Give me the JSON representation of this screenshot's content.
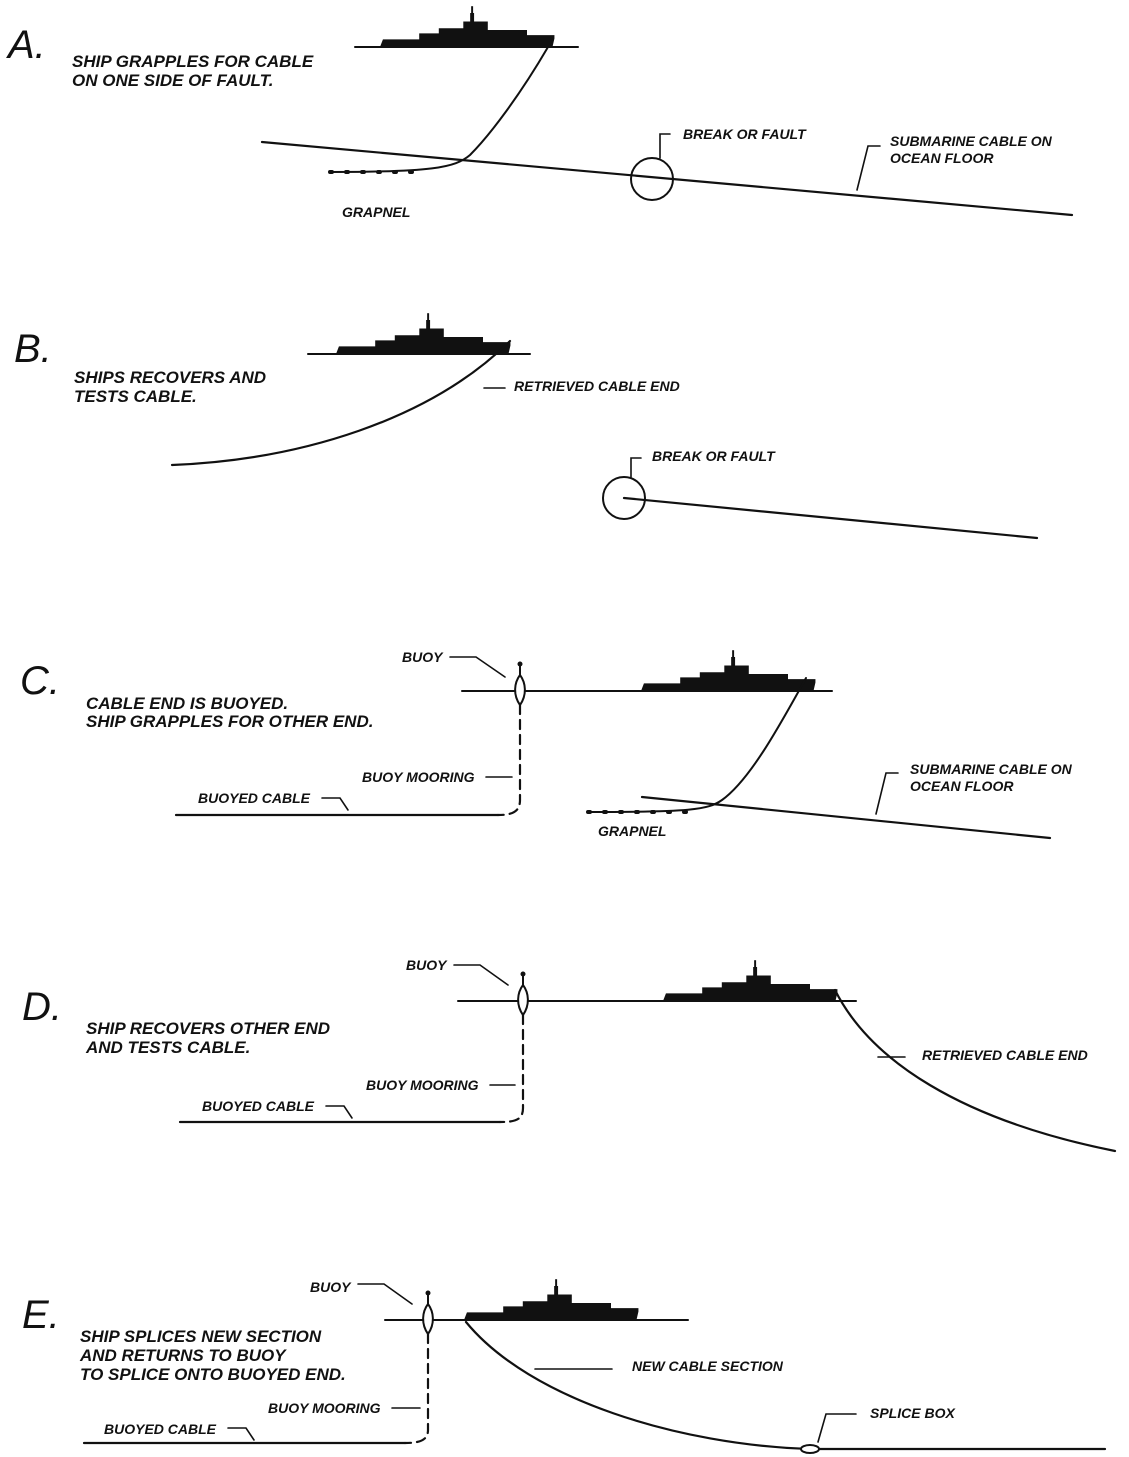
{
  "panels": {
    "a": {
      "letter": "A.",
      "caption": [
        "SHIP GRAPPLES FOR CABLE",
        "ON ONE SIDE OF FAULT."
      ],
      "labels": {
        "fault": "BREAK OR FAULT",
        "cable": [
          "SUBMARINE CABLE ON",
          "OCEAN FLOOR"
        ],
        "grapnel": "GRAPNEL"
      }
    },
    "b": {
      "letter": "B.",
      "caption": [
        "SHIPS RECOVERS AND",
        "TESTS CABLE."
      ],
      "labels": {
        "retrieved": "RETRIEVED CABLE END",
        "fault": "BREAK OR FAULT"
      }
    },
    "c": {
      "letter": "C.",
      "caption": [
        "CABLE END IS BUOYED.",
        "SHIP GRAPPLES FOR OTHER END."
      ],
      "labels": {
        "buoy": "BUOY",
        "mooring": "BUOY MOORING",
        "buoyed": "BUOYED CABLE",
        "cable": [
          "SUBMARINE CABLE ON",
          "OCEAN FLOOR"
        ],
        "grapnel": "GRAPNEL"
      }
    },
    "d": {
      "letter": "D.",
      "caption": [
        "SHIP RECOVERS OTHER END",
        "AND TESTS CABLE."
      ],
      "labels": {
        "buoy": "BUOY",
        "mooring": "BUOY MOORING",
        "buoyed": "BUOYED CABLE",
        "retrieved": "RETRIEVED CABLE END"
      }
    },
    "e": {
      "letter": "E.",
      "caption": [
        "SHIP SPLICES NEW SECTION",
        "AND RETURNS TO BUOY",
        "TO SPLICE ONTO BUOYED END."
      ],
      "labels": {
        "buoy": "BUOY",
        "mooring": "BUOY MOORING",
        "buoyed": "BUOYED CABLE",
        "new_section": "NEW CABLE SECTION",
        "splice": "SPLICE BOX"
      }
    }
  }
}
